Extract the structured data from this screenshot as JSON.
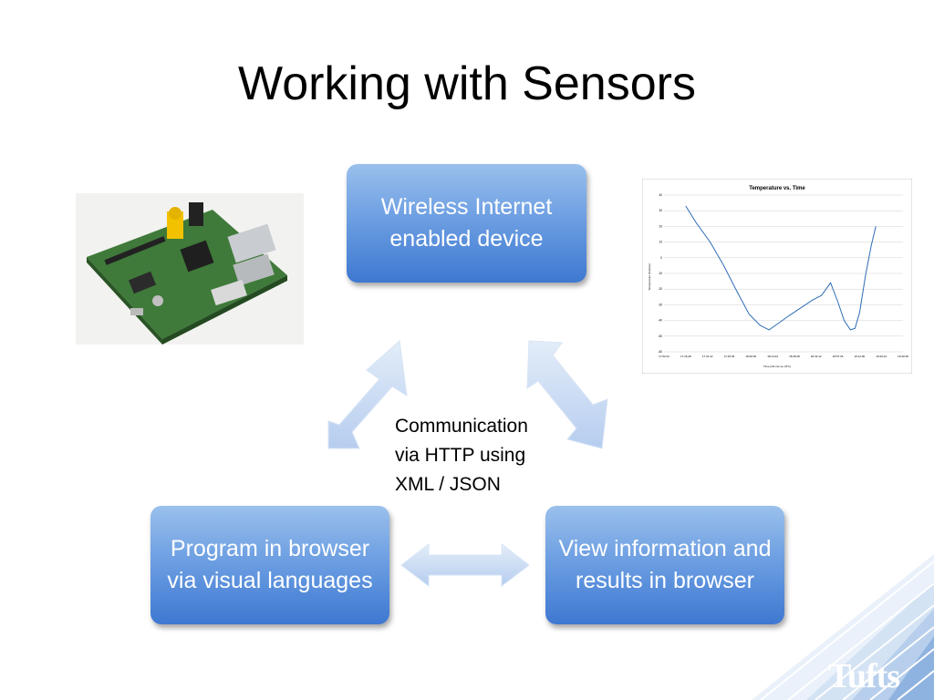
{
  "slide": {
    "title": "Working with Sensors"
  },
  "nodes": {
    "device": "Wireless Internet enabled device",
    "program": "Program in browser via visual languages",
    "view": "View information and results in browser"
  },
  "caption": {
    "lines": [
      "Communication",
      "via HTTP using",
      "XML / JSON"
    ]
  },
  "thumbnail_chart": {
    "title": "Temperature vs. Time",
    "xlabel": "Time (Hh:mm:ss UTC)",
    "ylabel": "Temperature (Celsius)",
    "ylim": [
      -60,
      40
    ],
    "y_ticks": [
      "40",
      "30",
      "20",
      "10",
      "0",
      "-10",
      "-20",
      "-30",
      "-40",
      "-50",
      "-60"
    ],
    "x_ticks": [
      "17:02:24",
      "17:16:48",
      "17:31:12",
      "17:45:36",
      "18:00:00",
      "18:14:24",
      "18:28:48",
      "18:43:12",
      "18:57:36",
      "19:12:00",
      "19:26:24",
      "19:40:48"
    ],
    "series_color": "#2f6db5",
    "points": [
      [
        17.28,
        33
      ],
      [
        17.4,
        22
      ],
      [
        17.55,
        10
      ],
      [
        17.7,
        -5
      ],
      [
        17.85,
        -22
      ],
      [
        17.98,
        -36
      ],
      [
        18.1,
        -43
      ],
      [
        18.2,
        -46
      ],
      [
        18.3,
        -42
      ],
      [
        18.42,
        -37
      ],
      [
        18.55,
        -32
      ],
      [
        18.68,
        -27
      ],
      [
        18.78,
        -24
      ],
      [
        18.88,
        -16
      ],
      [
        18.96,
        -28
      ],
      [
        19.03,
        -40
      ],
      [
        19.1,
        -46
      ],
      [
        19.15,
        -45
      ],
      [
        19.2,
        -35
      ],
      [
        19.27,
        -10
      ],
      [
        19.33,
        8
      ],
      [
        19.38,
        20
      ]
    ]
  },
  "logo": {
    "text": "Tufts"
  },
  "colors": {
    "box_top": "#9ac0ec",
    "box_bottom": "#3e78d1",
    "arrow": "#bcd3f1",
    "corner_stripes": "#cfe0f4"
  },
  "icons": {
    "photo": "circuit-board-photo"
  }
}
